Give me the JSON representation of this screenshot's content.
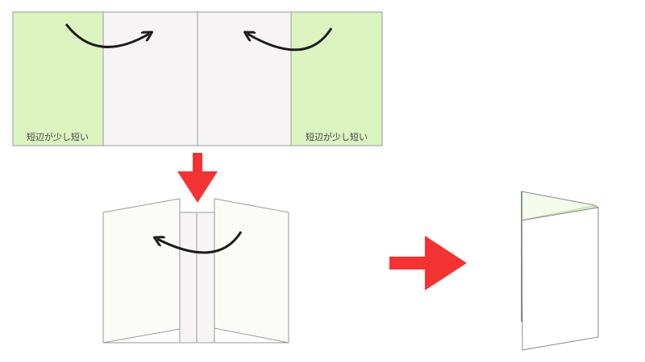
{
  "diagram": {
    "step1": {
      "panels": [
        "flap-left",
        "center-left",
        "center-right",
        "flap-right"
      ],
      "labels": {
        "left_flap": "短辺が少し短い",
        "right_flap": "短辺が少し短い"
      }
    },
    "step2": {
      "description": "outer flaps folded inward"
    },
    "step3": {
      "description": "folded in half"
    },
    "colors": {
      "flap_green": "#dcf4c0",
      "center_gray": "#f6f4f5",
      "folded_panel": "#fbfcf7",
      "outline": "#9a9a9a",
      "arrow_red": "#f33333",
      "curve_black": "#1c1c1c"
    }
  }
}
